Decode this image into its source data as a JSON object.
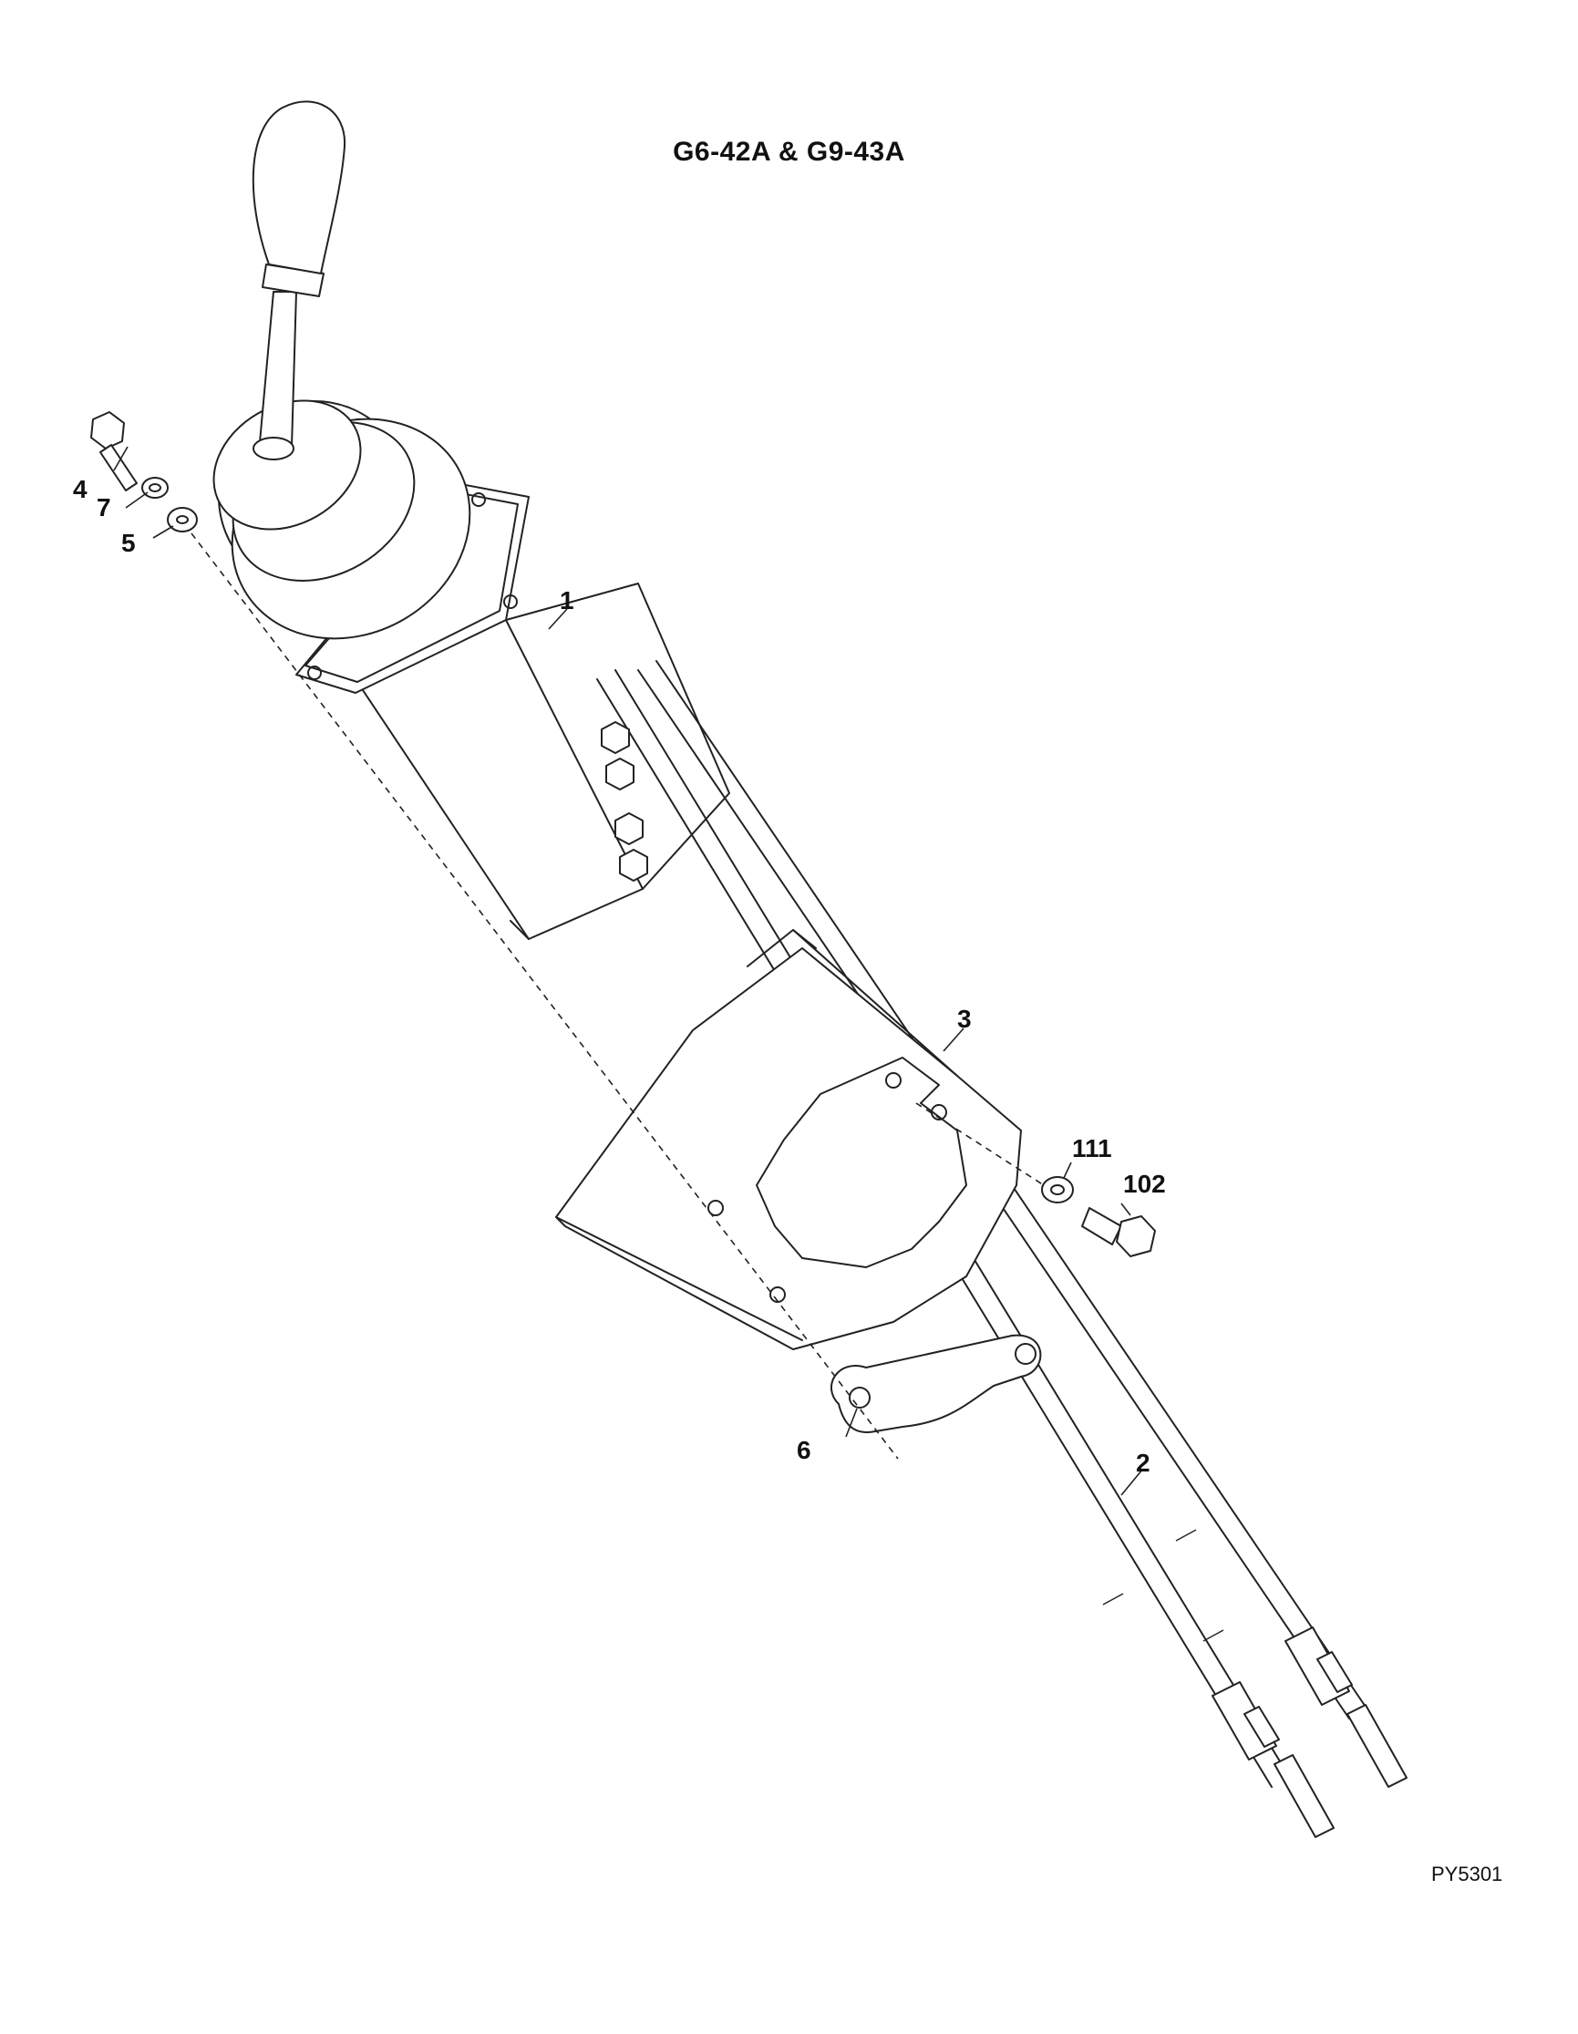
{
  "title": "G6-42A & G9-43A",
  "drawing_code": "PY5301",
  "callouts": [
    {
      "id": "1",
      "label": "1"
    },
    {
      "id": "2",
      "label": "2"
    },
    {
      "id": "3",
      "label": "3"
    },
    {
      "id": "4",
      "label": "4"
    },
    {
      "id": "5",
      "label": "5"
    },
    {
      "id": "6",
      "label": "6"
    },
    {
      "id": "7",
      "label": "7"
    },
    {
      "id": "111",
      "label": "111"
    },
    {
      "id": "102",
      "label": "102"
    }
  ]
}
